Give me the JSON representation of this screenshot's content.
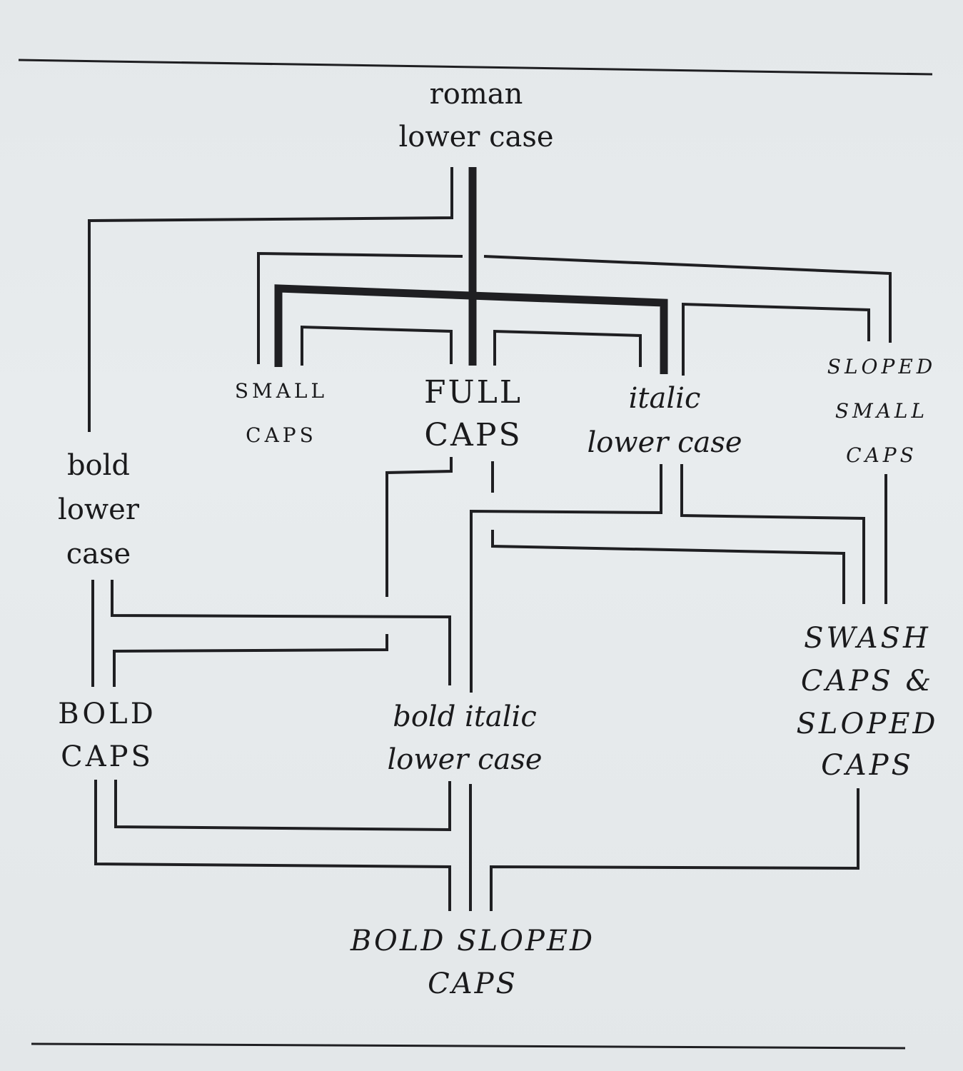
{
  "nodes": {
    "roman_lower_case": [
      "roman",
      "lower case"
    ],
    "small_caps": [
      "SMALL",
      "CAPS"
    ],
    "full_caps": [
      "FULL",
      "CAPS"
    ],
    "italic_lower_case": [
      "italic",
      "lower case"
    ],
    "sloped_small_caps": [
      "SLOPED",
      "SMALL",
      "CAPS"
    ],
    "bold_lower_case": [
      "bold",
      "lower",
      "case"
    ],
    "bold_caps": [
      "BOLD",
      "CAPS"
    ],
    "bold_italic_lower_case": [
      "bold italic",
      "lower case"
    ],
    "swash_caps": [
      "SWASH",
      "CAPS &",
      "SLOPED",
      "CAPS"
    ],
    "bold_sloped_caps": [
      "BOLD SLOPED",
      "CAPS"
    ]
  },
  "edges": [
    {
      "from": "roman_lower_case",
      "to": "full_caps",
      "weight": "heavy"
    },
    {
      "from": "roman_lower_case",
      "to": "small_caps",
      "weight": "heavy"
    },
    {
      "from": "roman_lower_case",
      "to": "italic_lower_case",
      "weight": "heavy"
    },
    {
      "from": "roman_lower_case",
      "to": "bold_lower_case",
      "weight": "light"
    },
    {
      "from": "roman_lower_case",
      "to": "small_caps",
      "weight": "light"
    },
    {
      "from": "roman_lower_case",
      "to": "sloped_small_caps",
      "weight": "light"
    },
    {
      "from": "small_caps",
      "to": "full_caps",
      "weight": "light"
    },
    {
      "from": "full_caps",
      "to": "italic_lower_case",
      "weight": "light"
    },
    {
      "from": "italic_lower_case",
      "to": "sloped_small_caps",
      "weight": "light"
    },
    {
      "from": "full_caps",
      "to": "bold_caps",
      "weight": "light"
    },
    {
      "from": "full_caps",
      "to": "swash_caps",
      "weight": "light"
    },
    {
      "from": "italic_lower_case",
      "to": "bold_italic_lower_case",
      "weight": "light"
    },
    {
      "from": "italic_lower_case",
      "to": "swash_caps",
      "weight": "light"
    },
    {
      "from": "sloped_small_caps",
      "to": "swash_caps",
      "weight": "light"
    },
    {
      "from": "bold_lower_case",
      "to": "bold_caps",
      "weight": "light"
    },
    {
      "from": "bold_lower_case",
      "to": "bold_italic_lower_case",
      "weight": "light"
    },
    {
      "from": "bold_caps",
      "to": "bold_italic_lower_case",
      "weight": "light"
    },
    {
      "from": "bold_caps",
      "to": "bold_sloped_caps",
      "weight": "light"
    },
    {
      "from": "bold_italic_lower_case",
      "to": "bold_sloped_caps",
      "weight": "light"
    },
    {
      "from": "swash_caps",
      "to": "bold_sloped_caps",
      "weight": "light"
    }
  ]
}
